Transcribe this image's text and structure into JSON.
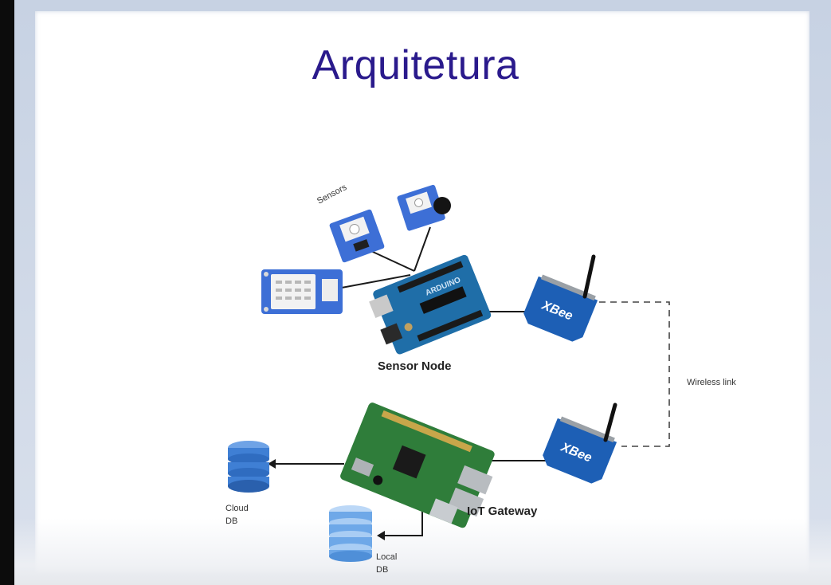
{
  "slide": {
    "title": "Arquitetura"
  },
  "labels": {
    "sensors": "Sensors",
    "sensor_node": "Sensor Node",
    "wireless_link": "Wireless link",
    "iot_gateway": "IoT Gateway",
    "cloud_db_line1": "Cloud",
    "cloud_db_line2": "DB",
    "local_db_line1": "Local",
    "local_db_line2": "DB",
    "xbee_top": "XBee",
    "xbee_bottom": "XBee"
  },
  "colors": {
    "title": "#2a1a8c",
    "grove_board": "#3d6fd6",
    "arduino": "#1f6ea8",
    "xbee": "#1d5fb5",
    "raspberry": "#2f7d3a",
    "cloud_db": "#3f7fd4",
    "local_db": "#6ea8e8"
  }
}
